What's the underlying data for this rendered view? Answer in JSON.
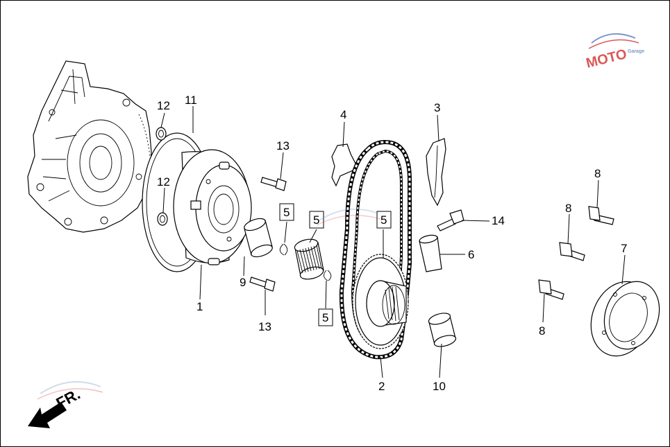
{
  "direction_label": "FR.",
  "callouts": {
    "c1": "1",
    "c2": "2",
    "c3": "3",
    "c4": "4",
    "c5a": "5",
    "c5b": "5",
    "c5c": "5",
    "c5d": "5",
    "c6": "6",
    "c7": "7",
    "c8a": "8",
    "c8b": "8",
    "c8c": "8",
    "c9": "9",
    "c10": "10",
    "c11": "11",
    "c12a": "12",
    "c12b": "12",
    "c13a": "13",
    "c13b": "13",
    "c14": "14"
  },
  "watermark": {
    "logo_text": "MOTO",
    "logo_subtext": "Garage",
    "colors": {
      "primary": "#d63a3a",
      "secondary": "#6a86c6"
    }
  },
  "colors": {
    "line": "#000000",
    "background": "#ffffff"
  }
}
